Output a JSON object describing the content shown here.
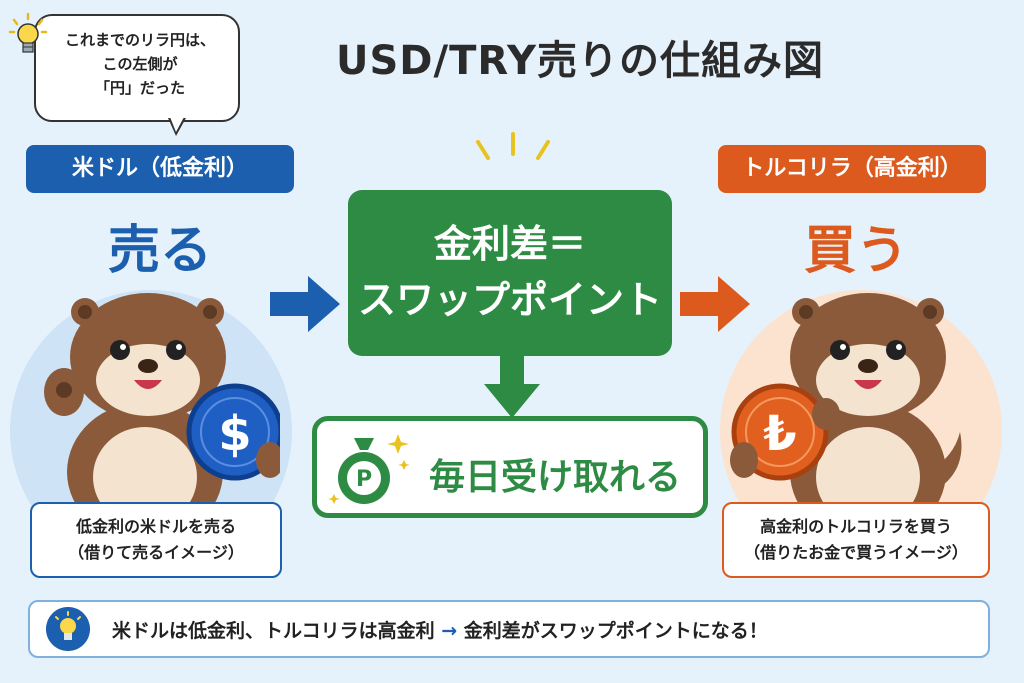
{
  "title": "USD/TRY売りの仕組み図",
  "bubble": {
    "lines": [
      "これまでのリラ円は、",
      "この左側が",
      "「円」だった"
    ]
  },
  "left": {
    "tag": "米ドル（低金利）",
    "action": "売る",
    "coin_symbol": "$",
    "caption_lines": [
      "低金利の米ドルを売る",
      "（借りて売るイメージ）"
    ],
    "color": "#1b5fae"
  },
  "right": {
    "tag": "トルコリラ（高金利）",
    "action": "買う",
    "coin_symbol": "₺",
    "caption_lines": [
      "高金利のトルコリラを買う",
      "（借りたお金で買うイメージ）"
    ],
    "color": "#dd5a1e"
  },
  "center": {
    "lines": [
      "金利差＝",
      "スワップポイント"
    ],
    "daily": "毎日受け取れる",
    "bag_symbol": "P",
    "color": "#2e8b44"
  },
  "summary": {
    "part1": "米ドルは低金利、トルコリラは高金利",
    "arrow": "→",
    "part2": "金利差がスワップポイントになる！"
  }
}
